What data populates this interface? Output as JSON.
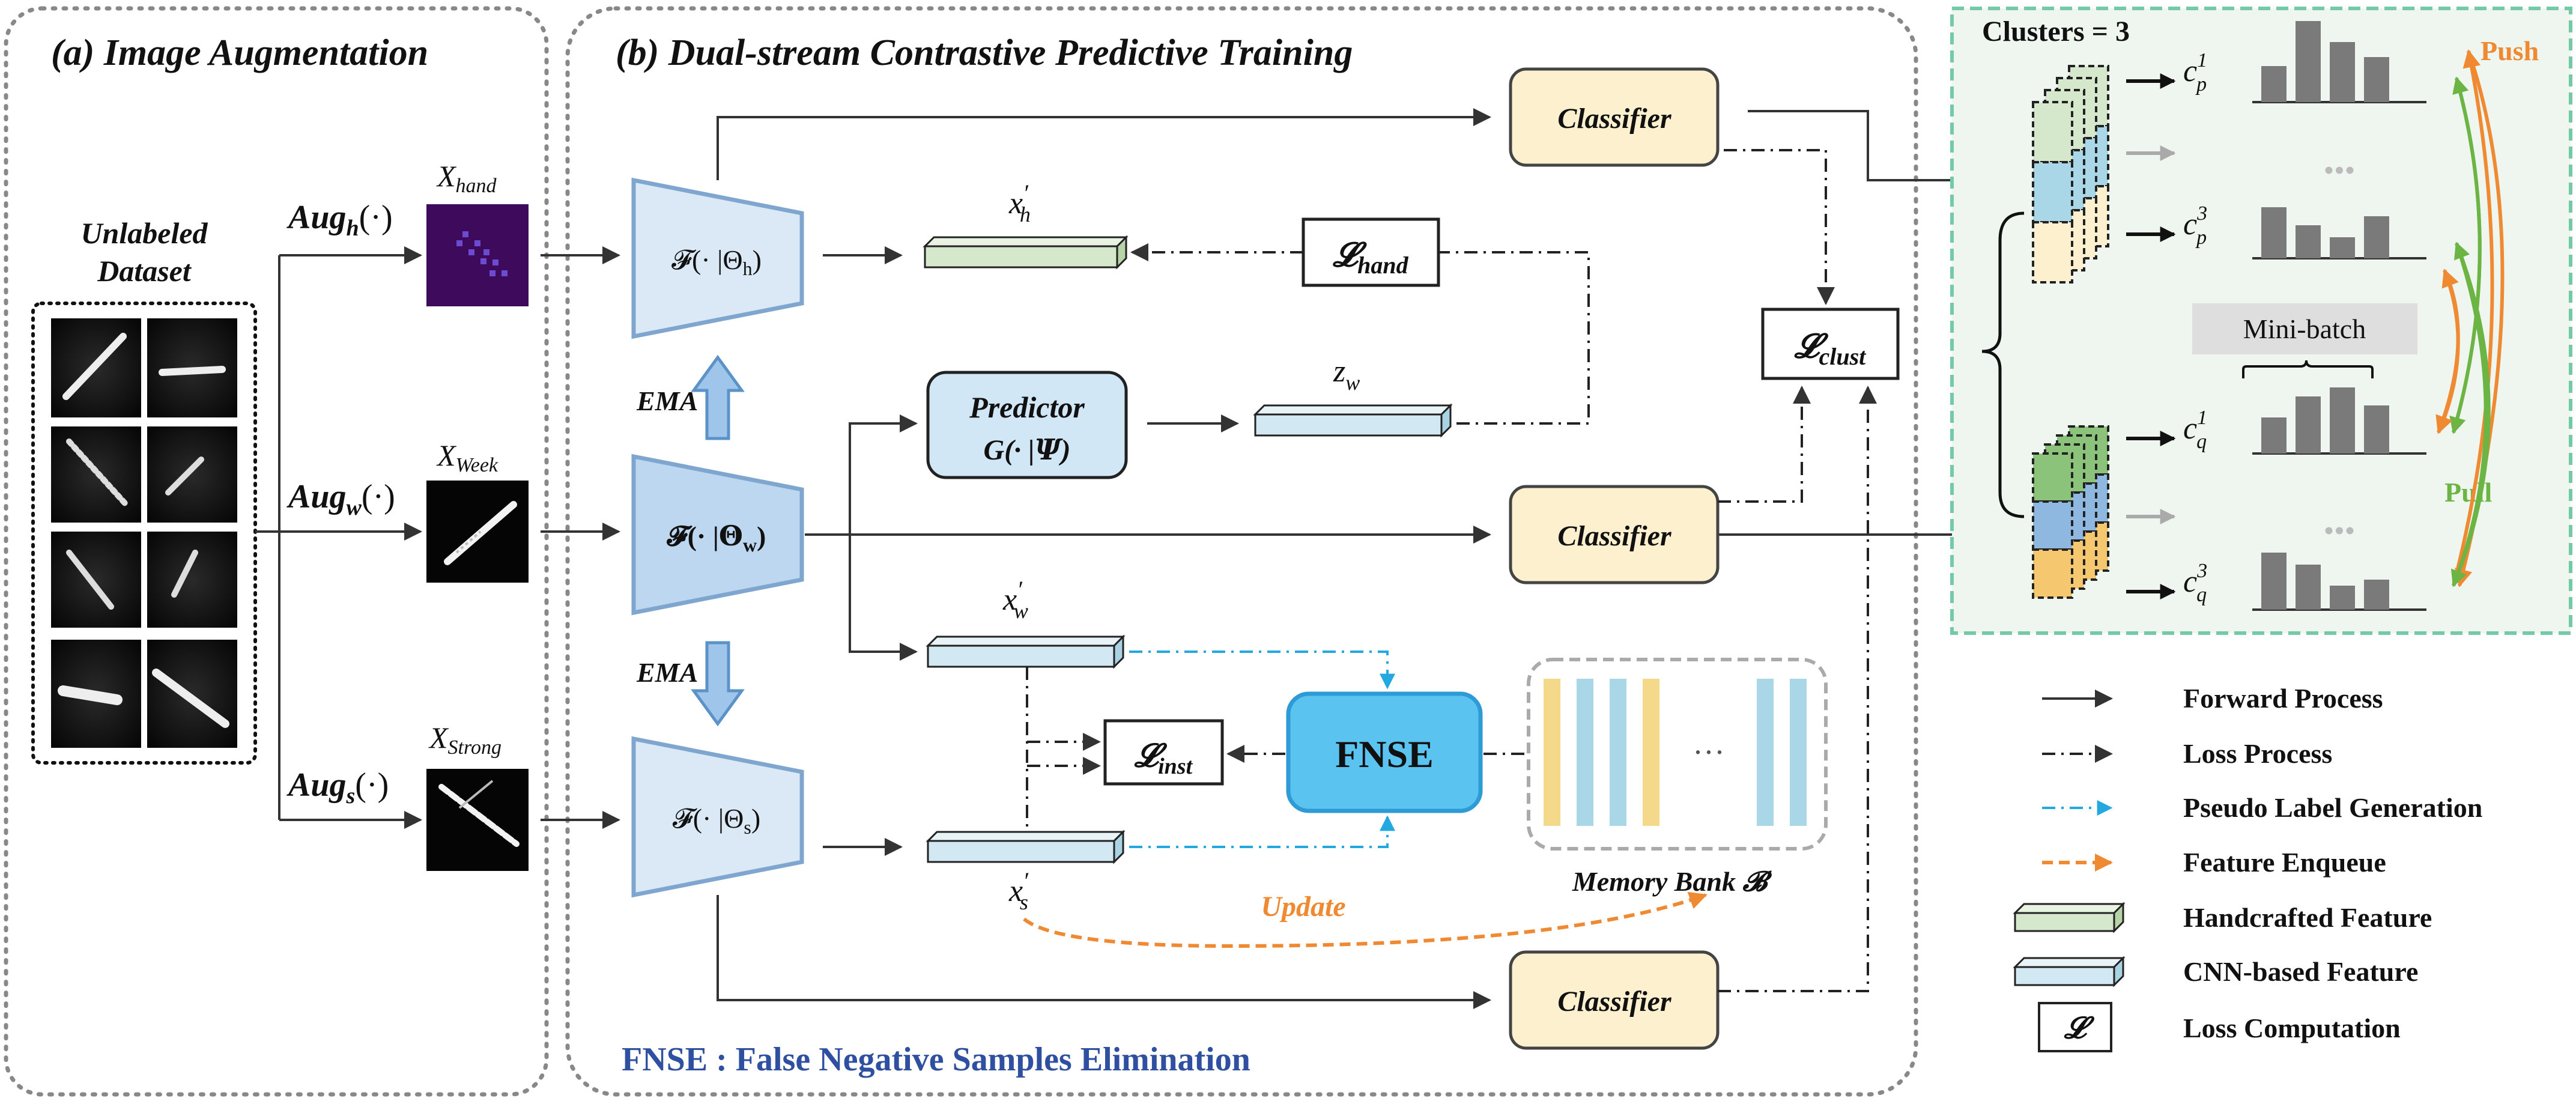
{
  "panels": {
    "a_title": "(a) Image Augmentation",
    "b_title": "(b) Dual-stream Contrastive Predictive Training"
  },
  "dataset": {
    "label_line1": "Unlabeled",
    "label_line2": "Dataset"
  },
  "augmentations": {
    "hand": {
      "op": "Aug",
      "sub": "h",
      "arg": "(·)",
      "image_label": "X",
      "image_sub": "hand"
    },
    "weak": {
      "op": "Aug",
      "sub": "w",
      "arg": "(·)",
      "image_label": "X",
      "image_sub": "Week"
    },
    "strong": {
      "op": "Aug",
      "sub": "s",
      "arg": "(·)",
      "image_label": "X",
      "image_sub": "Strong"
    }
  },
  "encoders": {
    "hand": {
      "text": "𝓕(· |Θ",
      "sub": "h",
      "close": ")"
    },
    "weak": {
      "text": "𝓕(· |𝚯",
      "sub": "w",
      "close": ")"
    },
    "strong": {
      "text": "𝓕(· |Θ",
      "sub": "s",
      "close": ")"
    }
  },
  "ema_label": "EMA",
  "predictor": {
    "line1": "Predictor",
    "line2": "G(· |𝜳)"
  },
  "classifier_label": "Classifier",
  "features": {
    "xh": {
      "main": "x",
      "sup": "′",
      "sub": "h"
    },
    "zw": {
      "main": "z",
      "sub": "w"
    },
    "xw": {
      "main": "x",
      "sup": "′",
      "sub": "w"
    },
    "xs": {
      "main": "x",
      "sup": "′",
      "sub": "s"
    }
  },
  "losses": {
    "hand": {
      "main": "𝓛",
      "sub": "hand"
    },
    "clust": {
      "main": "𝓛",
      "sub": "clust"
    },
    "inst": {
      "main": "𝓛",
      "sub": "inst"
    }
  },
  "fnse": {
    "label": "FNSE",
    "caption": "FNSE : False Negative Samples Elimination"
  },
  "memory_bank": {
    "label": "Memory Bank 𝓑",
    "ellipsis": "···"
  },
  "update_label": "Update",
  "clusters": {
    "title": "Clusters = 3",
    "p1": {
      "main": "c",
      "sup": "1",
      "sub": "p"
    },
    "p3": {
      "main": "c",
      "sup": "3",
      "sub": "p"
    },
    "q1": {
      "main": "c",
      "sup": "1",
      "sub": "q"
    },
    "q3": {
      "main": "c",
      "sup": "3",
      "sub": "q"
    },
    "dots": "•••",
    "mini_batch": "Mini-batch",
    "push": "Push",
    "pull": "Pull"
  },
  "legend": [
    {
      "label": "Forward Process"
    },
    {
      "label": "Loss Process"
    },
    {
      "label": "Pseudo Label Generation"
    },
    {
      "label": "Feature Enqueue"
    },
    {
      "label": "Handcrafted Feature"
    },
    {
      "label": "CNN-based Feature"
    },
    {
      "label": "Loss Computation",
      "symbol": "𝓛"
    }
  ],
  "colors": {
    "encoder_light": "#dbe9f6",
    "encoder_weak": "#bcd7ef",
    "encoder_stroke": "#7fa6cf",
    "classifier_fill": "#fdf0cf",
    "classifier_stroke": "#444444",
    "fnse_fill": "#5bc3f0",
    "fnse_stroke": "#2e9bd6",
    "cluster_panel": "#eef6ef",
    "cluster_border": "#74c9a6",
    "handcrafted": "#d6e8cc",
    "cnn": "#d2e8f2",
    "bar_yellow": "#f5d98a",
    "bar_blue": "#a9d7e8",
    "stack_green": "#8cc37a",
    "stack_blue": "#8fb8e0",
    "stack_yellow": "#f5c870",
    "bar_grey": "#7a7a7a",
    "push": "#ef8a33",
    "pull": "#6cb545",
    "pseudo": "#23a8e0",
    "caption_blue": "#2f4fa1"
  }
}
